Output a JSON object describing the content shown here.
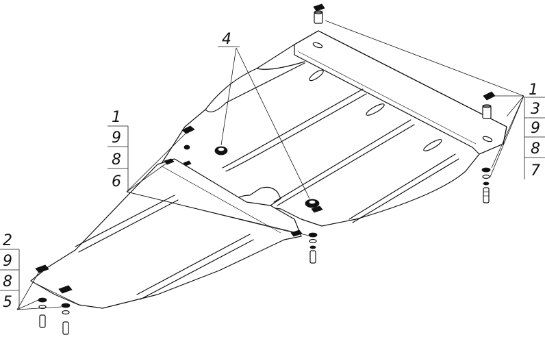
{
  "callouts": {
    "top_right": [
      "1",
      "3",
      "9",
      "8",
      "7"
    ],
    "mid_left": [
      "1",
      "9",
      "8",
      "6"
    ],
    "bottom_left": [
      "2",
      "9",
      "8",
      "5"
    ],
    "center": "4"
  },
  "colors": {
    "line": "#111111",
    "background": "#ffffff"
  }
}
